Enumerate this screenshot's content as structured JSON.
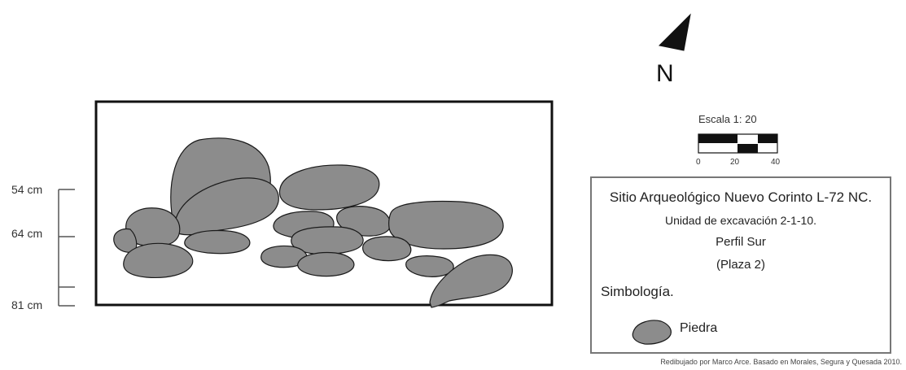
{
  "depth_scale": {
    "labels": [
      "54 cm",
      "64 cm",
      "81 cm"
    ]
  },
  "north_arrow": {
    "letter": "N",
    "icon": "north-arrow-icon"
  },
  "scale_bar": {
    "title": "Escala 1: 20",
    "ticks": [
      "0",
      "20",
      "40"
    ]
  },
  "title_block": {
    "site": "Sitio Arqueológico Nuevo Corinto L-72 NC.",
    "unit": "Unidad de excavación 2-1-10.",
    "profile": "Perfil Sur",
    "plaza": "(Plaza 2)",
    "legend_heading": "Simbología.",
    "legend_items": [
      {
        "label": "Piedra",
        "icon": "stone-symbol-icon",
        "color": "#8c8c8c"
      }
    ]
  },
  "credit": "Redibujado por Marco Arce. Basado en Morales, Segura y Quesada 2010.",
  "colors": {
    "stone_fill": "#8c8c8c",
    "outline": "#1a1a1a"
  }
}
